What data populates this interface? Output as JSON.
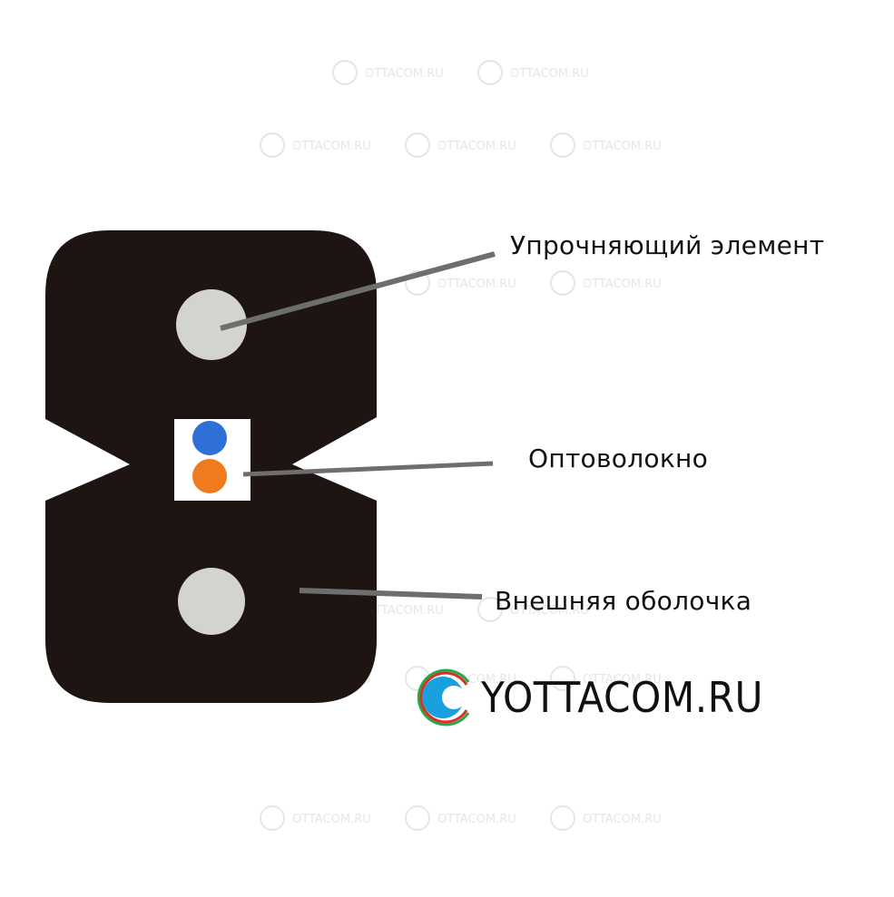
{
  "diagram": {
    "labels": {
      "strength_member": "Упрочняющий элемент",
      "optical_fiber": "Оптоволокно",
      "outer_sheath": "Внешняя оболочка"
    },
    "components": {
      "sheath_color": "#1e1411",
      "strength_member_color": "#d3d3d0",
      "fiber_buffer_color": "#ffffff",
      "fiber_1_color": "#2f6fd6",
      "fiber_2_color": "#f07a1e",
      "leader_color": "#6e6e6e"
    }
  },
  "branding": {
    "logo_text": "YOTTACOM.RU",
    "watermark_text": "OTTACOM.RU"
  }
}
